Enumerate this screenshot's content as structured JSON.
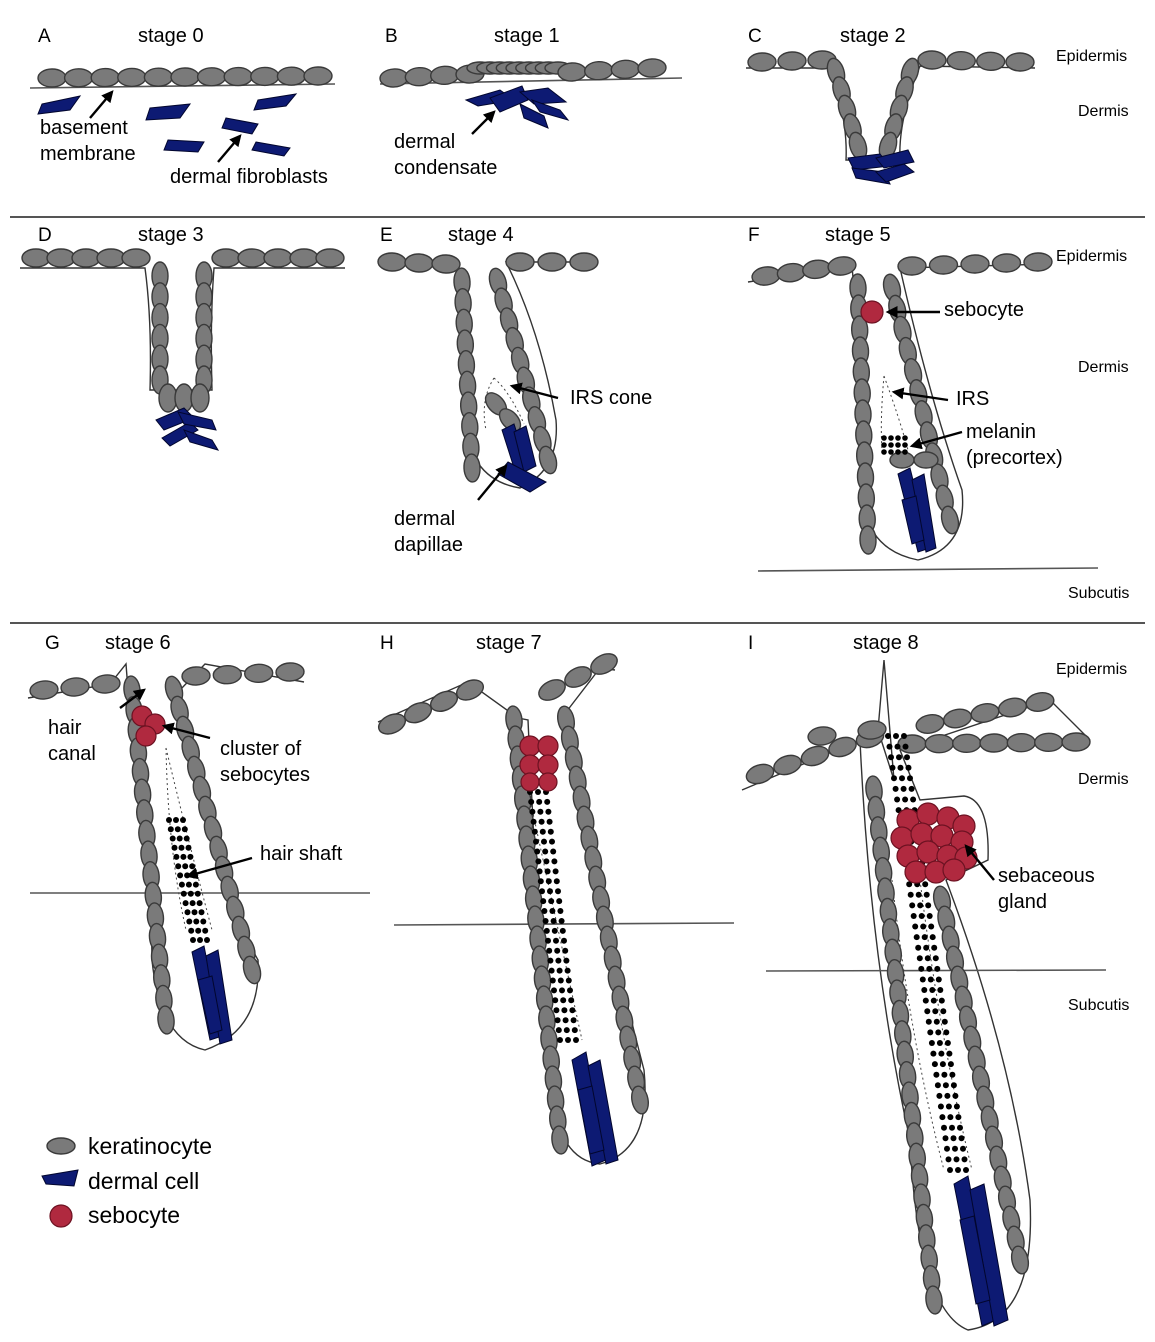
{
  "panels": [
    {
      "letter": "A",
      "stage": "stage 0"
    },
    {
      "letter": "B",
      "stage": "stage 1"
    },
    {
      "letter": "C",
      "stage": "stage 2"
    },
    {
      "letter": "D",
      "stage": "stage 3"
    },
    {
      "letter": "E",
      "stage": "stage 4"
    },
    {
      "letter": "F",
      "stage": "stage 5"
    },
    {
      "letter": "G",
      "stage": "stage 6"
    },
    {
      "letter": "H",
      "stage": "stage 7"
    },
    {
      "letter": "I",
      "stage": "stage 8"
    }
  ],
  "layers": {
    "epidermis": "Epidermis",
    "dermis": "Dermis",
    "subcutis": "Subcutis"
  },
  "labels": {
    "basement_1": "basement",
    "basement_2": "membrane",
    "dermal_fibroblasts": "dermal fibroblasts",
    "condensate_1": "dermal",
    "condensate_2": "condensate",
    "irs_cone": "IRS cone",
    "papillae_1": "dermal",
    "papillae_2": "dapillae",
    "sebocyte": "sebocyte",
    "irs": "IRS",
    "melanin_1": "melanin",
    "melanin_2": "(precortex)",
    "hair_canal_1": "hair",
    "hair_canal_2": "canal",
    "cluster_1": "cluster of",
    "cluster_2": "sebocytes",
    "hair_shaft": "hair shaft",
    "gland_1": "sebaceous",
    "gland_2": "gland"
  },
  "legend": [
    {
      "name": "keratinocyte",
      "color": "#7a7a7a"
    },
    {
      "name": "dermal cell",
      "color": "#0d1a73"
    },
    {
      "name": "sebocyte",
      "color": "#b0293f"
    }
  ]
}
